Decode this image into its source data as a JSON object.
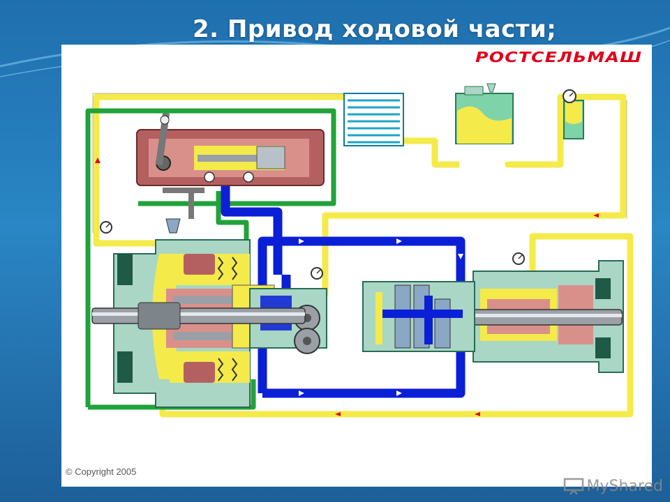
{
  "slide": {
    "title": "2. Привод ходовой части;"
  },
  "figure": {
    "brand_logo": "РОСТСЕЛЬМАШ",
    "copyright": "© Copyright 2005"
  },
  "watermark": {
    "text": "MyShared"
  },
  "colors": {
    "background": "#1f6fae",
    "pressure_line": "#0a1fd6",
    "drain_line": "#f4ea4a",
    "control_line": "#1fa33a",
    "housing": "#a9d6c5",
    "brand": "#e1001a"
  }
}
